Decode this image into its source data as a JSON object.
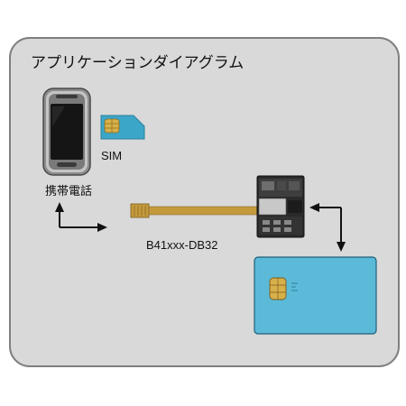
{
  "diagram": {
    "title": "アプリケーションダイアグラム",
    "nodes": {
      "phone": {
        "label": "携帯電話"
      },
      "sim": {
        "label": "SIM"
      },
      "cable": {
        "label": "B41xxx-DB32"
      },
      "card": {
        "label": ""
      }
    },
    "colors": {
      "panel_fill": "#d9d9d9",
      "panel_border": "#7f7f7f",
      "card_fill": "#5bbad8",
      "chip_gold": "#d8b04a",
      "flex_cable": "#c49a3c",
      "phone_body": "#9a9a9a",
      "phone_screen": "#151515"
    }
  }
}
